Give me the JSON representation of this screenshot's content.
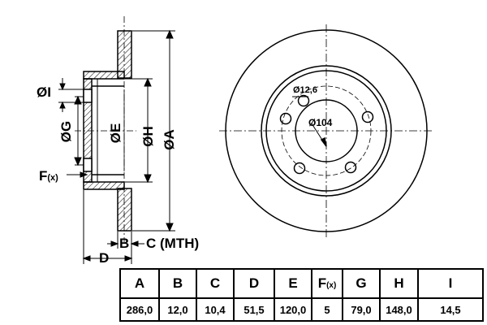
{
  "labels": {
    "dim_i": "ØI",
    "dim_g": "ØG",
    "dim_e": "ØE",
    "dim_h": "ØH",
    "dim_a": "ØA",
    "dim_f": "F",
    "dim_f_sub": "(x)",
    "dim_b": "B",
    "dim_c": "C (MTH)",
    "dim_d": "D",
    "bolt_hole": "Ø12,6",
    "pcd": "Ø104"
  },
  "table": {
    "headers": [
      "A",
      "B",
      "C",
      "D",
      "E",
      "F",
      "G",
      "H",
      "I"
    ],
    "f_suffix": "(x)",
    "values": [
      "286,0",
      "12,0",
      "10,4",
      "51,5",
      "120,0",
      "5",
      "79,0",
      "148,0",
      "14,5"
    ]
  }
}
